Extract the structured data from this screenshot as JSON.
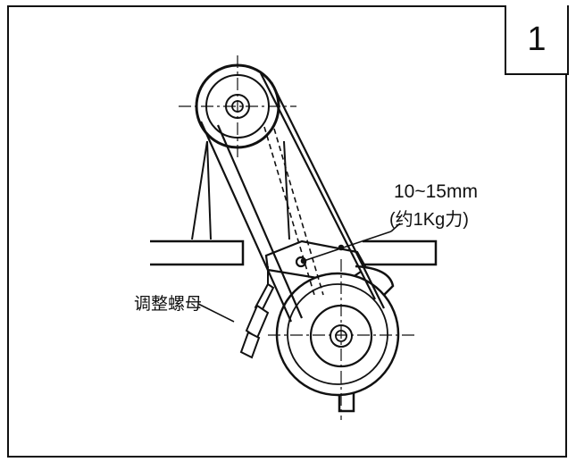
{
  "step_number": "1",
  "belt_deflection": {
    "value": "10~15mm",
    "note": "(约1Kg力)"
  },
  "adjust_nut_label": "调整螺母"
}
